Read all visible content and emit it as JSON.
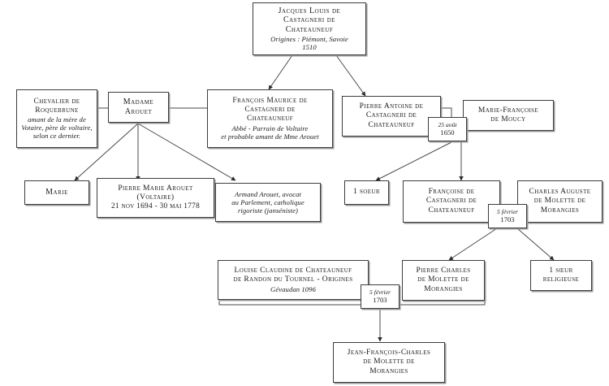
{
  "diagram": {
    "title": "Genealogie Voltaire - Castagneri de Chateauneuf - Molette de Morangies",
    "line_color": "#3d3d3d",
    "box_fill": "#ffffff",
    "shadow_color": "#9a9a9a"
  },
  "nodes": {
    "jacques_louis": {
      "l1": "Jacques Louis de",
      "l2": "Castagneri de",
      "l3": "Chateauneuf",
      "l4": "Origines : Piémont, Savoie",
      "l5": "1510"
    },
    "chevalier_roquebrune": {
      "l1": "Chevalier de",
      "l2": "Roquebrune",
      "l3": "amant de la mère de",
      "l4": "Votaire, père de voltaire,",
      "l5": "selon ce dernier."
    },
    "madame_arouet": {
      "l1": "Madame",
      "l2": "Arouet"
    },
    "francois_maurice": {
      "l1": "François Maurice de",
      "l2": "Castagneri de",
      "l3": "Chateauneuf",
      "l4": "Abbé - Parrain de Voltaire",
      "l5": "et probable amant de Mme Arouet"
    },
    "pierre_antoine": {
      "l1": "Pierre Antoine de",
      "l2": "Castagneri de",
      "l3": "Chateauneuf"
    },
    "marie_francoise_moucy": {
      "l1": "Marie-Françoise",
      "l2": "de Moucy"
    },
    "marie": {
      "l1": "Marie"
    },
    "voltaire": {
      "l1": "Pierre Marie Arouet",
      "l2": "(Voltaire)",
      "l3": "21 nov 1694 - 30 mai 1778"
    },
    "armand_arouet": {
      "l1": "Armand Arouet, avocat",
      "l2": "au Parlement, catholique",
      "l3": "rigoriste (janséniste)"
    },
    "une_soeur": {
      "l1": "1 soeur"
    },
    "francoise_castagneri": {
      "l1": "Françoise de",
      "l2": "Castagneri de",
      "l3": "Chateauneuf"
    },
    "charles_auguste": {
      "l1": "Charles Auguste",
      "l2": "de Molette de",
      "l3": "Morangies"
    },
    "louise_claudine": {
      "l1": "Louise Claudine de Chateauneuf",
      "l2": "de Randon du Tournel - Origines",
      "l3": "Gévaudan 1096"
    },
    "pierre_charles": {
      "l1": "Pierre Charles",
      "l2": "de Molette de",
      "l3": "Morangies"
    },
    "soeur_religieuse": {
      "l1": "1 sœur",
      "l2": "religieuse"
    },
    "jean_francois_charles": {
      "l1": "Jean-François-Charles",
      "l2": "de Molette de",
      "l3": "Morangies"
    }
  },
  "unions": {
    "union_1650": {
      "day": "25 août",
      "year": "1650"
    },
    "union_1703_a": {
      "day": "5 février",
      "year": "1703"
    },
    "union_1703_b": {
      "day": "5 février",
      "year": "1703"
    }
  }
}
